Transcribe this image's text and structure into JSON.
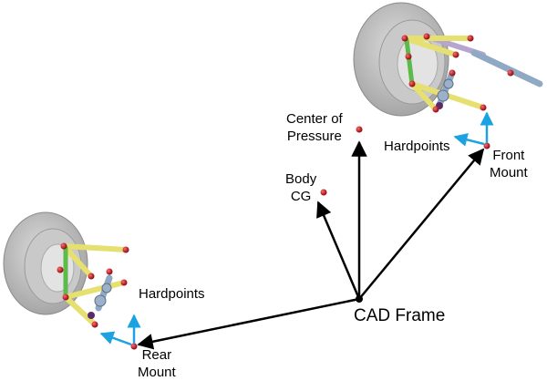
{
  "labels": {
    "center_of_pressure": [
      "Center of",
      "Pressure"
    ],
    "body_cg": [
      "Body",
      "CG"
    ],
    "hardpoints_front": "Hardpoints",
    "front_mount": [
      "Front",
      "Mount"
    ],
    "hardpoints_rear": "Hardpoints",
    "rear_mount": [
      "Rear",
      "Mount"
    ],
    "cad_frame": "CAD Frame"
  },
  "colors": {
    "frame_arrow": "#000000",
    "local_arrow": "#1aa3e0",
    "hardpoint": "#c0141e",
    "tire": "#b4b4b4",
    "link_yellow": "#e6e070",
    "link_green": "#5dbb4a",
    "steering_rod": "#8fa9c4",
    "tie_rod": "#b6a6cf"
  }
}
